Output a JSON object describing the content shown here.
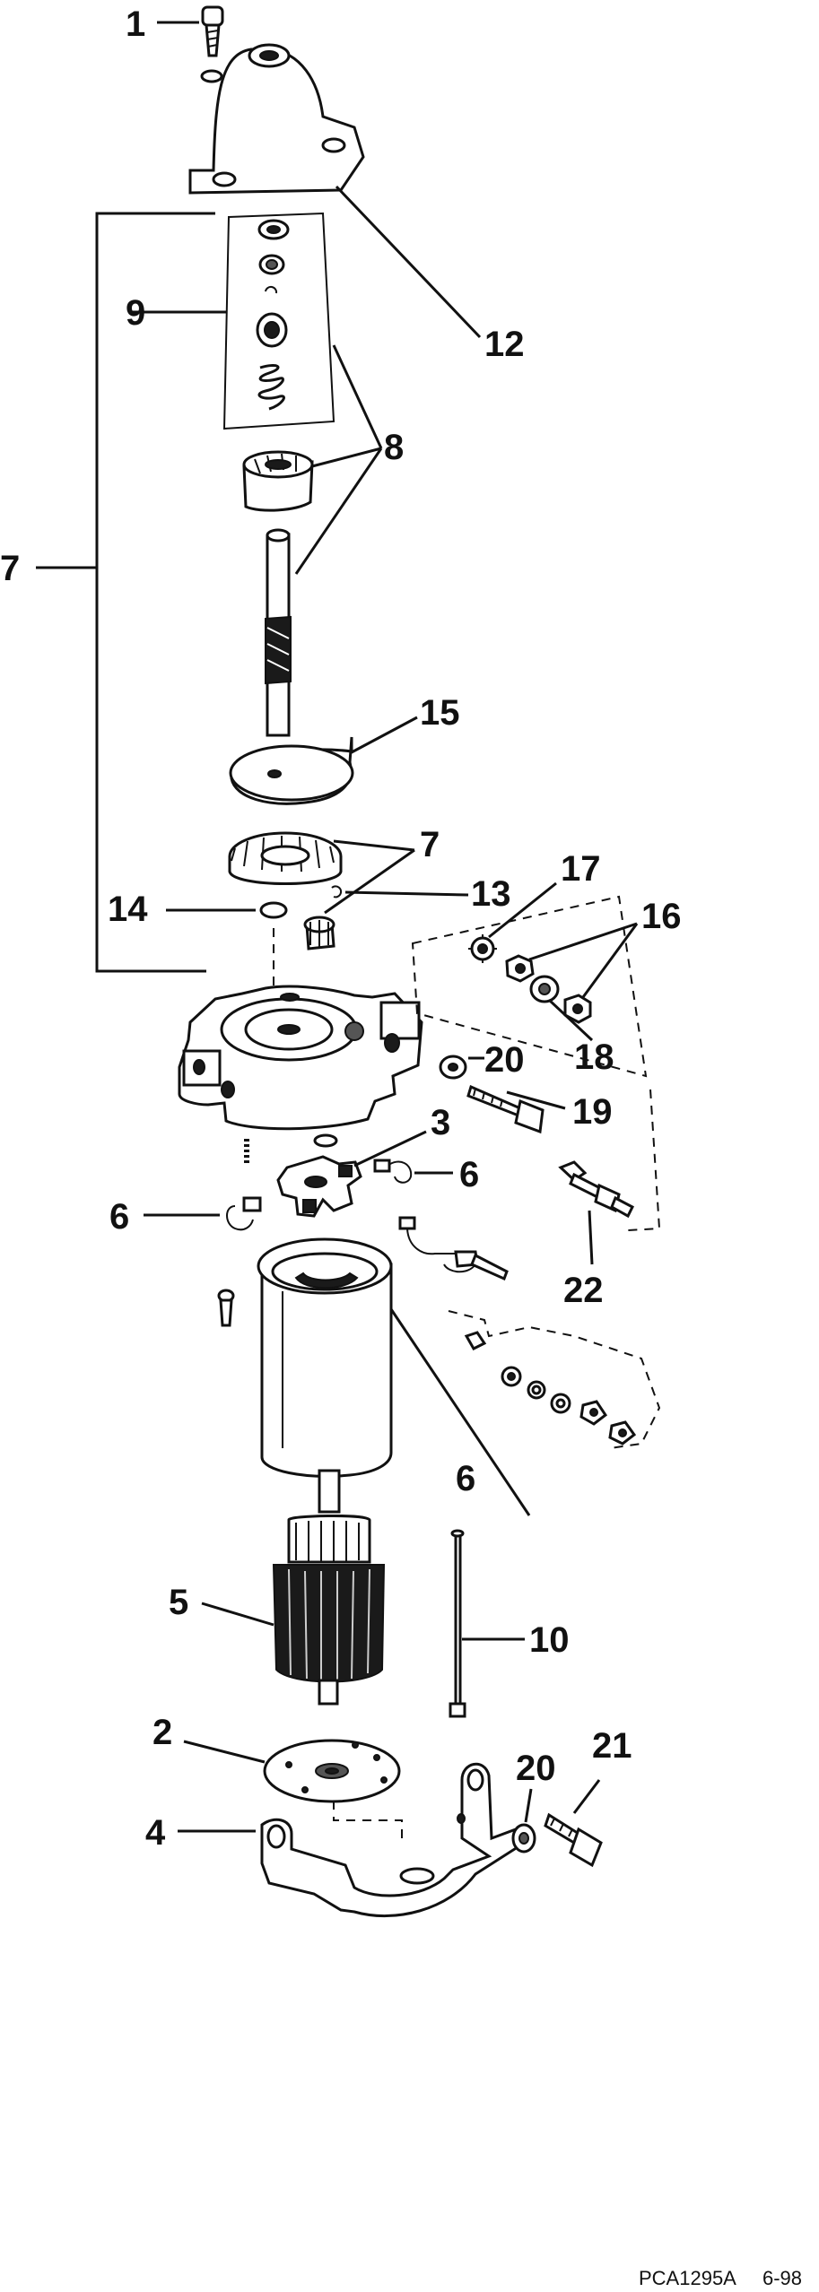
{
  "callouts": {
    "c1": "1",
    "c2": "2",
    "c3": "3",
    "c4": "4",
    "c5": "5",
    "c6a": "6",
    "c6b": "6",
    "c6c": "6",
    "c7a": "7",
    "c7b": "7",
    "c8": "8",
    "c9": "9",
    "c10": "10",
    "c12": "12",
    "c13": "13",
    "c14": "14",
    "c15": "15",
    "c16": "16",
    "c17": "17",
    "c18": "18",
    "c19": "19",
    "c20a": "20",
    "c20b": "20",
    "c21": "21",
    "c22": "22"
  },
  "caption": {
    "code": "PCA1295A",
    "date": "6-98"
  }
}
